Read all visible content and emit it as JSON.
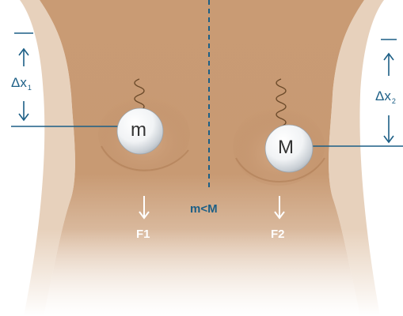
{
  "labels": {
    "mass_left": "m",
    "mass_right": "M",
    "displacement_left": "Δx",
    "displacement_left_sub": "1",
    "displacement_right": "Δx",
    "displacement_right_sub": "2",
    "force_left": "F1",
    "force_right": "F2",
    "comparison": "m<M"
  },
  "colors": {
    "accent": "#1c5f86",
    "force_text": "#ffffff",
    "ball_text": "#333333",
    "spring": "#6b4a2a"
  },
  "icons": {
    "arrow_up": "arrow-up-icon",
    "arrow_down": "arrow-down-icon",
    "spring": "spring-icon",
    "ball": "sphere-icon"
  }
}
